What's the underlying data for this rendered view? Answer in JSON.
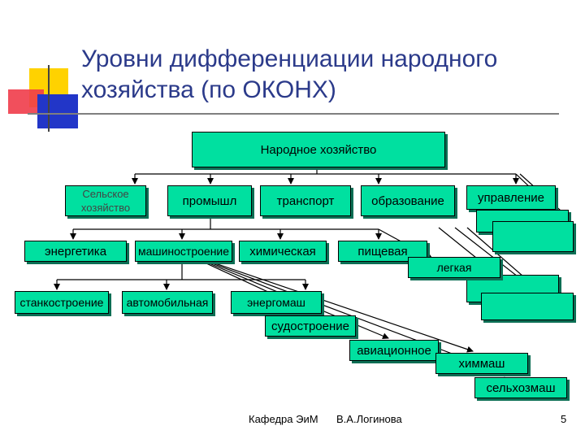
{
  "slide": {
    "title": "Уровни дифференциации народного хозяйства (по ОКОНХ)",
    "footer_left": "Кафедра ЭиМ",
    "footer_center": "В.А.Логинова",
    "page_number": "5"
  },
  "diagram": {
    "root": "Народное хозяйство",
    "level1": [
      "Сельское хозяйство",
      "промышл",
      "транспорт",
      "образование",
      "управление"
    ],
    "industry_branches": [
      "энергетика",
      "машиностроение",
      "химическая",
      "пищевая",
      "легкая"
    ],
    "machine_branches": [
      "станкостроение",
      "автомобильная",
      "энергомаш",
      "судостроение",
      "авиационное",
      "химмаш",
      "сельхозмаш"
    ]
  },
  "colors": {
    "box_fill": "#00e0a0",
    "box_shadow": "#0b6e54",
    "title_color": "#2b3a8a",
    "deco_yellow": "#ffd200",
    "deco_red": "#f03c4a",
    "deco_blue": "#2236c8"
  }
}
